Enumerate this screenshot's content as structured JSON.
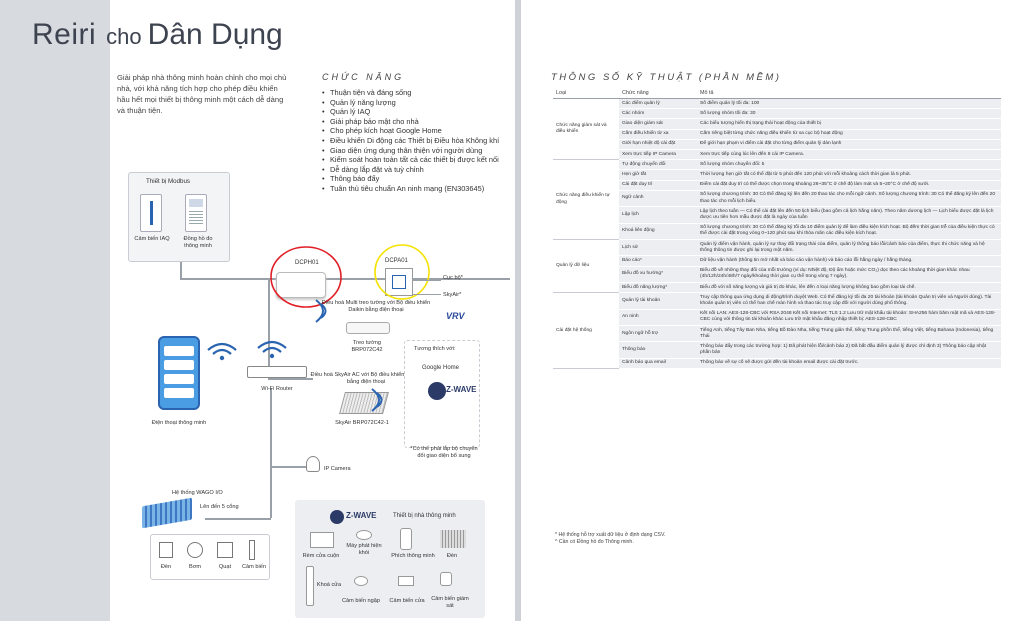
{
  "title": {
    "brand": "Reiri",
    "connector": "cho",
    "segment": "Dân Dụng"
  },
  "intro": "Giải pháp nhà thông minh hoàn chỉnh cho mọi chủ nhà, với khả năng tích hợp cho phép điều khiển hầu hết mọi thiết bị thông minh một cách dễ dàng và thuận tiện.",
  "features": {
    "heading": "CHỨC NĂNG",
    "items": [
      "Thuận tiện và đáng sống",
      "Quản lý năng lượng",
      "Quản lý IAQ",
      "Giải pháp bảo mật cho nhà",
      "Cho phép kích hoạt Google Home",
      "Điều khiển Di động các Thiết bị Điều hòa Không khí",
      "Giao diện ứng dụng thân thiện với người dùng",
      "Kiểm soát hoàn toàn tất cả các thiết bị được kết nối",
      "Dễ dàng lắp đặt và tuỳ chỉnh",
      "Thông báo đẩy",
      "Tuân thủ tiêu chuẩn An ninh mạng (EN303645)"
    ]
  },
  "diagram": {
    "modbus_title": "Thiết bị Modbus",
    "iaq_sensor": "Cảm biến IAQ",
    "meter": "Đồng hồ đo thông minh",
    "dcph01": "DCPH01",
    "dcpa01": "DCPA01",
    "cuc_bo": "Cục bộ*",
    "skyair": "SkyAir*",
    "vrv": "VRV",
    "multi_text": "Điều hoà Multi treo tường với Bộ điều khiển Daikin bằng điện thoại",
    "wall_unit": "Treo tường BRP072C42",
    "skyair_ac_text": "Điều hoà SkyAir AC với Bộ điều khiển Daikin bằng điện thoại",
    "skyair_unit": "SkyAir BRP072C42-1",
    "compat_title": "Tương thích với:",
    "google_home": "Google Home",
    "zwave": "Z-WAVE",
    "note": "*Có thể phải lắp bộ chuyển đổi giao diện bổ sung",
    "router": "Wi-Fi Router",
    "phone": "Điện thoại thông minh",
    "ip_camera": "IP Camera",
    "wago_title": "Hệ thống WAGO I/O",
    "wago_sub": "Lên đến 5 cổng",
    "wago_items": [
      "Đèn",
      "Bơm",
      "Quạt",
      "Cảm biến"
    ],
    "zwave_title": "Thiết bị nhà thông minh",
    "zwave_items": [
      "Rèm cửa cuộn",
      "Máy phát hiện khói",
      "Phích thông minh",
      "Đèn",
      "Khoá cửa",
      "Cảm biến ngập",
      "Cảm biến cửa",
      "Cảm biến giám sát"
    ]
  },
  "spec": {
    "title": "THÔNG SỐ KỸ THUẬT (PHẦN MỀM)",
    "headers": [
      "Loại",
      "Chức năng",
      "Mô tả"
    ],
    "groups": [
      {
        "category": "Chức năng giám sát và điều khiển",
        "rows": [
          [
            "Các điểm quản lý",
            "Số điểm quản lý tối đa: 100"
          ],
          [
            "Các nhóm",
            "Số lượng nhóm tối đa: 30"
          ],
          [
            "Giao diện giám sát",
            "Các biểu tượng hiển thị trạng thái hoạt động của thiết bị"
          ],
          [
            "Cấm điều khiển từ xa",
            "Cấm riêng biệt từng chức năng điều khiển từ xa cục bộ hoạt động"
          ],
          [
            "Giới hạn nhiệt độ cài đặt",
            "Để giới hạn phạm vi điểm cài đặt cho từng điểm quản lý dàn lạnh"
          ],
          [
            "Xem trực tiếp IP Camera",
            "Xem trực tiếp cùng lúc lên đến 8 cài IP Camera."
          ]
        ]
      },
      {
        "category": "Chức năng điều khiển tự động",
        "rows": [
          [
            "Tự động chuyển đổi",
            "Số lượng nhóm chuyển đổi: 5"
          ],
          [
            "Hẹn giờ tắt",
            "Thời lượng hẹn giờ tắt có thể đặt từ 5 phút đến 120 phút với mỗi khoảng cách thời gian là 5 phút."
          ],
          [
            "Cài đặt duy trì",
            "Điểm cài đặt duy trì có thể được chọn trong khoảng 26~35°C ở chế độ làm mát và 5~20°C ở chế độ sưởi."
          ],
          [
            "Ngữ cảnh",
            "Số lượng chương trình: 30 Có thể đăng ký lên đến 20 thao tác cho mỗi ngữ cảnh. Số lượng chương trình: 30 Có thể đăng ký lên đến 20 thao tác cho mỗi lịch biểu."
          ],
          [
            "Lập lịch",
            "Lập lịch theo tuần — Có thể cài đặt lên đến 50 lịch biểu (bao gồm cả lịch hằng năm). Theo năm dương lịch — Lịch biểu được đặt là lịch được ưu tiên hơn mẫu được đặt là ngày của tuần"
          ],
          [
            "Khoá liên động",
            "Số lượng chương trình: 30 Có thể đăng ký tối đa 10 điểm quản lý để làm điều kiện kích hoạt. Bộ đếm thời gian trễ của điều kiện thực có thể được cài đặt trong vòng 0~120 phút sau khi thỏa mãn các điều kiện kích hoạt."
          ]
        ]
      },
      {
        "category": "Quản lý dữ liệu",
        "rows": [
          [
            "Lịch sử",
            "Quản lý điểm vận hành, quản lý sự thay đổi trạng thái của điểm, quản lý thông báo lỗi/cảnh báo của điểm, thực thi chức năng và hệ thống thông tin được ghi lại trong một năm."
          ],
          [
            "Báo cáo*",
            "Dữ liệu vận hành (thông tin mở nhất và báo cáo vận hành) và báo cáo lỗi hằng ngày / hằng tháng."
          ],
          [
            "Biểu đồ xu hướng*",
            "Biểu đồ về những thay đổi của mỗi trường (ví dụ: Nhiệt độ, Độ ẩm hoặc mức CO₂) dọc theo các khoảng thời gian khác nhau (4h/12h/24h/48h/7 ngày/khoảng thời gian cụ thể trong vòng 7 ngày)."
          ],
          [
            "Biểu đồ năng lượng*",
            "Biểu đồ với số năng lượng và giá trị đo khác, lên đến 4 loại năng lượng không bao gồm loại tài chế."
          ]
        ]
      },
      {
        "category": "Cài đặt hệ thống",
        "rows": [
          [
            "Quản lý tài khoản",
            "Truy cập thông qua ứng dụng di động/trình duyệt Web. Có thể đăng ký tối đa 20 tài khoản (tài khoản Quản trị viên và Người dùng). Tài khoản quản trị viên có thể han chế màn hình và thao tác truy cập đối với người dùng phổ thông."
          ],
          [
            "An ninh",
            "Kết nối LAN: AES-128-CBC với RSA 2048 Kết nối Internet: TLS 1.2 Lưu trữ mật khẩu tài khoản: SHA256 hàm băm mật mã và AES-128-CBC cùng với thông tin tài khoản khác Lưu trữ mật khẩu đăng nhập thiết bị: AES-128-CBC"
          ],
          [
            "Ngôn ngữ hỗ trợ",
            "Tiếng Anh, tiếng Tây Ban Nha, tiếng Bồ Đào Nha, tiếng Trung giản thể, tiếng Trung phồn thể, tiếng Việt, tiếng Bahasa (Indonesia), tiếng Thái"
          ],
          [
            "Thông báo",
            "Thông báo đẩy trong các trường hợp: 1) Đã phát hiện lỗi/cảnh báo 2) Đã bắt đầu điểm quản lý được chỉ định 3) Thông báo cập nhật phần bản"
          ],
          [
            "Cảnh báo qua email",
            "Thông báo về sự cố sẽ được gửi đến tài khoản email được cài đặt trước."
          ]
        ]
      }
    ],
    "footnotes": [
      "* Hệ thống hỗ trợ xuất dữ liệu ở định dạng CSV.",
      "^ Cần có Đồng hồ đo Thông minh."
    ]
  },
  "colors": {
    "highlight_red": "#e01f26",
    "highlight_yellow": "#f5e200",
    "accent_blue": "#2a64b0",
    "strip": "#d7dade"
  }
}
